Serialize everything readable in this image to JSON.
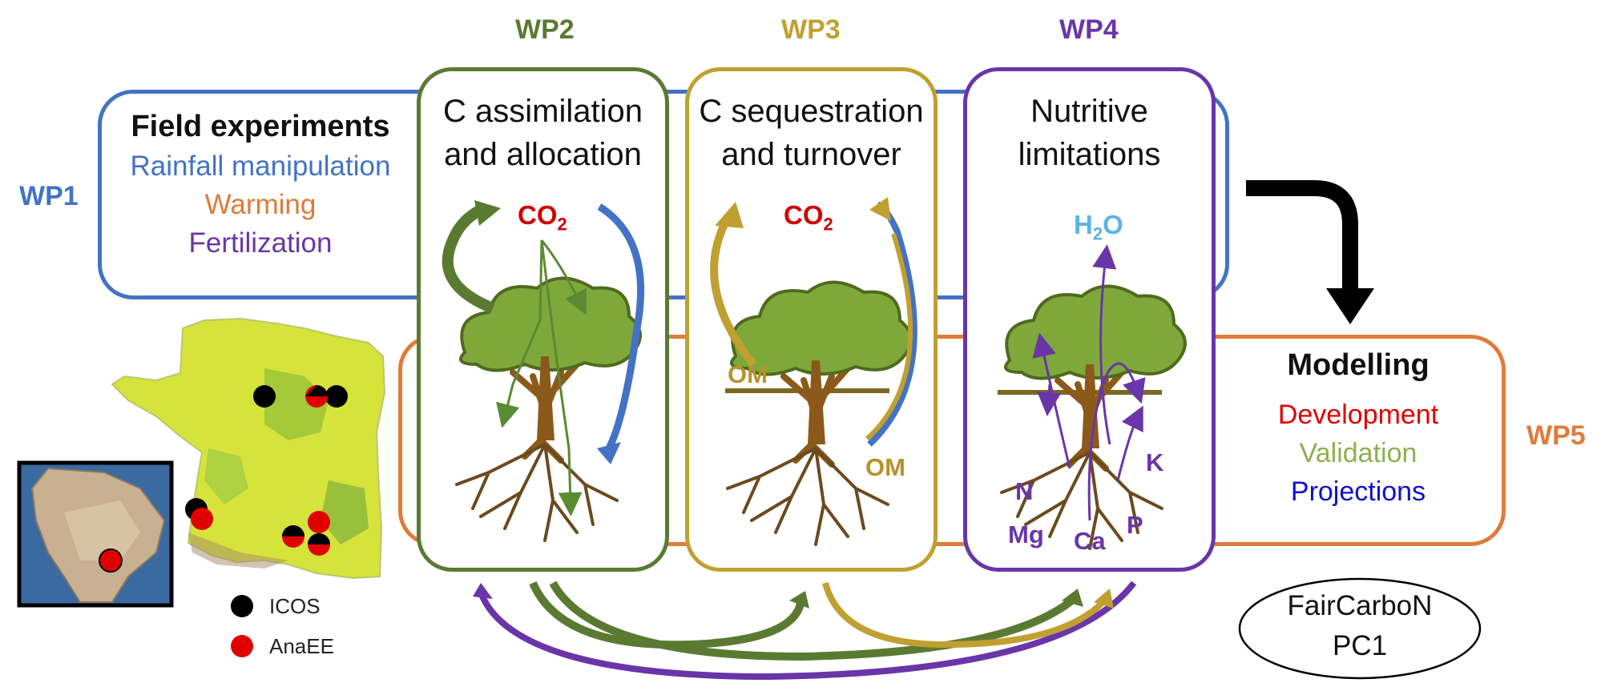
{
  "wp_labels": {
    "wp1": "WP1",
    "wp2": "WP2",
    "wp3": "WP3",
    "wp4": "WP4",
    "wp5": "WP5"
  },
  "wp1": {
    "title": "Field experiments",
    "items": [
      "Rainfall manipulation",
      "Warming",
      "Fertilization"
    ]
  },
  "wp2": {
    "title_line1": "C assimilation",
    "title_line2": "and allocation",
    "gas": "CO",
    "gas_sub": "2"
  },
  "wp3": {
    "title_line1": "C sequestration",
    "title_line2": "and turnover",
    "gas": "CO",
    "gas_sub": "2",
    "om_top": "OM",
    "om_bottom": "OM"
  },
  "wp4": {
    "title_line1": "Nutritive",
    "title_line2": "limitations",
    "water": "H",
    "water_sub": "2",
    "water_tail": "O",
    "nutrients": [
      "N",
      "Mg",
      "Ca",
      "P",
      "K"
    ]
  },
  "wp5": {
    "title": "Modelling",
    "items": [
      "Development",
      "Validation",
      "Projections"
    ]
  },
  "legend": {
    "icos": "ICOS",
    "anaee": "AnaEE"
  },
  "project": {
    "line1": "FairCarboN",
    "line2": "PC1"
  },
  "colors": {
    "wp1": "#4472c4",
    "wp2": "#5a7a32",
    "wp3": "#c0a030",
    "wp4": "#6a35a8",
    "wp5": "#e07b39",
    "wp1_rainfall": "#4472c4",
    "wp1_warming": "#e07b39",
    "wp1_fertilization": "#6a35a8",
    "wp5_development": "#e00000",
    "wp5_validation": "#8fb050",
    "wp5_projections": "#1010d0",
    "co2": "#d00000",
    "h2o": "#5fb3e6",
    "om": "#b8922a",
    "nutrients": "#6a35a8"
  }
}
